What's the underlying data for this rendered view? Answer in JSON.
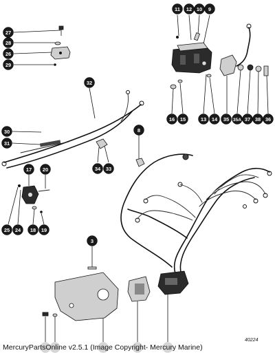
{
  "caption": "MercuryPartsOnline v2.5.1 (Image Copyright- Mercury Marine)",
  "figure_number": "40224",
  "callouts": {
    "c3": "3",
    "c8": "8",
    "c9": "9",
    "c10": "10",
    "c11": "11",
    "c12": "12",
    "c13": "13",
    "c14": "14",
    "c15": "15",
    "c16": "16",
    "c17": "17",
    "c18": "18",
    "c19": "19",
    "c20": "20",
    "c24": "24",
    "c25": "25",
    "c26": "26",
    "c27": "27",
    "c28": "28",
    "c29": "29",
    "c30": "30",
    "c31": "31",
    "c32": "32",
    "c33": "33",
    "c34": "34",
    "c35": "35",
    "c35a": "35A",
    "c36": "36",
    "c37": "37",
    "c38": "38"
  },
  "colors": {
    "ink": "#111111",
    "background": "#ffffff"
  }
}
